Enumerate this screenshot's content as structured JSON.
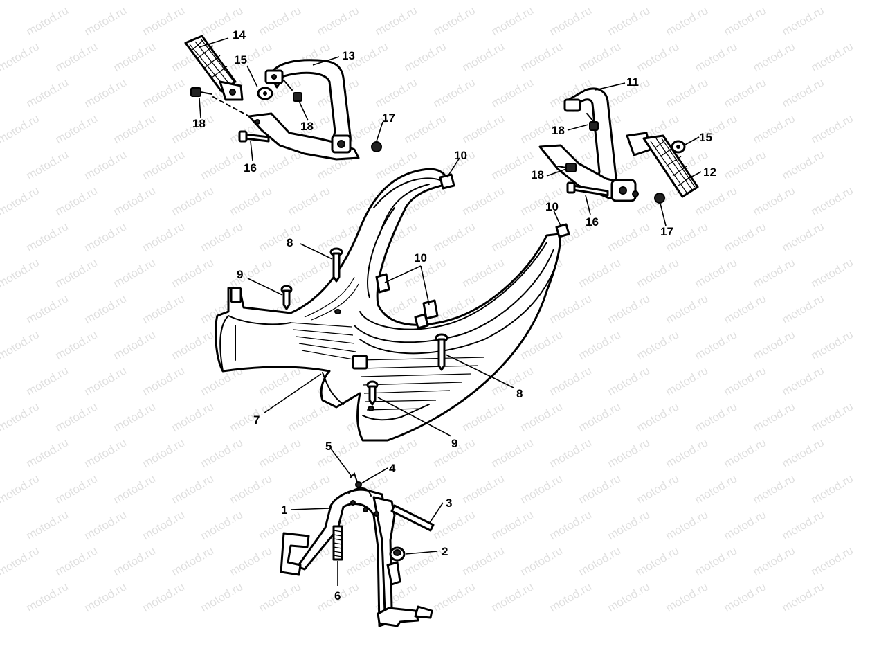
{
  "watermark": {
    "text": "motod.ru"
  },
  "callouts": {
    "c1": "1",
    "c2": "2",
    "c3": "3",
    "c4": "4",
    "c5": "5",
    "c6": "6",
    "c7": "7",
    "c8a": "8",
    "c8b": "8",
    "c9a": "9",
    "c9b": "9",
    "c10a": "10",
    "c10b": "10",
    "c10c": "10",
    "c11": "11",
    "c12": "12",
    "c13": "13",
    "c14": "14",
    "c15a": "15",
    "c15b": "15",
    "c16a": "16",
    "c16b": "16",
    "c17a": "17",
    "c17b": "17",
    "c18a": "18",
    "c18b": "18",
    "c18c": "18",
    "c18d": "18"
  }
}
